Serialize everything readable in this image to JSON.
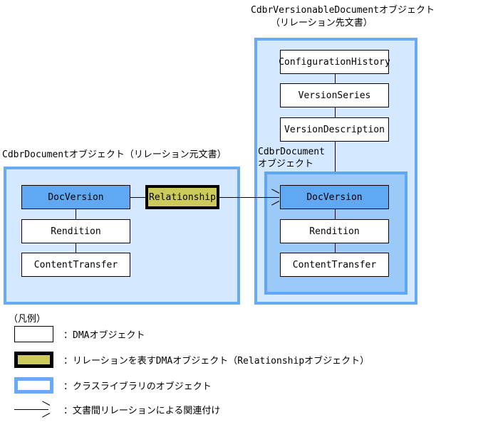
{
  "diagram": {
    "left_group": {
      "title": "CdbrDocumentオブジェクト（リレーション元文書）",
      "nodes": [
        {
          "label": "DocVersion",
          "style": "accent"
        },
        {
          "label": "Rendition",
          "style": "plain"
        },
        {
          "label": "ContentTransfer",
          "style": "plain"
        }
      ],
      "relationship_node": {
        "label": "Relationship",
        "style": "relationship"
      }
    },
    "right_group": {
      "title_line1": "CdbrVersionableDocumentオブジェクト",
      "title_line2": "（リレーション先文書）",
      "outer_nodes": [
        {
          "label": "ConfigurationHistory",
          "style": "plain"
        },
        {
          "label": "VersionSeries",
          "style": "plain"
        },
        {
          "label": "VersionDescription",
          "style": "plain"
        }
      ],
      "inner_title_line1": "CdbrDocument",
      "inner_title_line2": "オブジェクト",
      "inner_nodes": [
        {
          "label": "DocVersion",
          "style": "accent"
        },
        {
          "label": "Rendition",
          "style": "plain"
        },
        {
          "label": "ContentTransfer",
          "style": "plain"
        }
      ]
    }
  },
  "legend": {
    "title": "（凡例）",
    "items": [
      {
        "swatch": "plain-box",
        "text": "：DMAオブジェクト"
      },
      {
        "swatch": "relationship-box",
        "text": "：リレーションを表すDMAオブジェクト（Relationshipオブジェクト）"
      },
      {
        "swatch": "library-box",
        "text": "：クラスライブラリのオブジェクト"
      },
      {
        "swatch": "arrow",
        "text": "：文書間リレーションによる関連付け"
      }
    ]
  },
  "colors": {
    "library_border": "#6aaaf5",
    "library_fill": "#d4e9ff",
    "library_inner_fill": "#9ccaf8",
    "accent_node": "#61a8f2",
    "relationship_fill": "#cccb5a",
    "line": "#000000"
  }
}
